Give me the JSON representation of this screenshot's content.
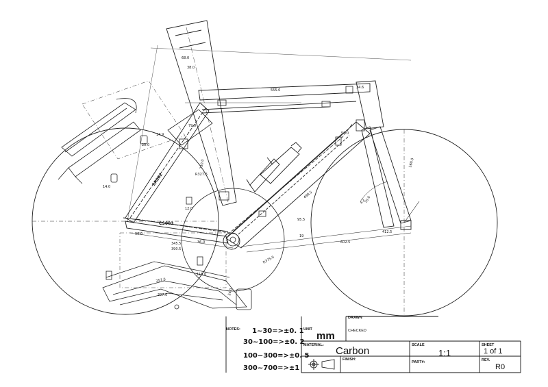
{
  "notes": {
    "heading": "NOTES:",
    "lines": [
      "1~30=>±0. 1",
      "30~100=>±0. 2",
      "100~300=>±0. 5",
      "300~700=>±1"
    ]
  },
  "title_block": {
    "unit_label": "UNIT",
    "unit_value": "mm",
    "drawn_label": "DRAWN",
    "checked_label": "CHECKED",
    "material_label": "MATERIAL:",
    "material_value": "Carbon",
    "finish_label": "FINISH:",
    "scale_label": "SCALE",
    "scale_value": "1:1",
    "part_label": "PART#:",
    "sheet_label": "SHEET",
    "sheet_value": "1 of 1",
    "rev_label": "REV.",
    "rev_value": "R0"
  },
  "drawing_labels": {
    "top_tube_length": "555.0",
    "down_tube_length": "602.5",
    "chainstay_length": "412.5",
    "seat_tube_length": "730.0",
    "bb_width": "95.5",
    "seat_cluster": "498.5",
    "part_code_1": "SR002",
    "part_code_2": "CS003",
    "dim_a": "68.0",
    "dim_b": "38.0",
    "dim_c": "14.0",
    "dim_d": "79.0",
    "dim_e": "24.6",
    "dim_f": "25.0",
    "dim_g": "19",
    "dim_h": "4.2",
    "dim_i": "345.5",
    "dim_j": "390.5",
    "dim_k": "257.0",
    "dim_l": "327.0",
    "dim_m": "R375.0",
    "dim_n": "160.0",
    "dim_o": "R327.6",
    "dim_p": "36.0",
    "dim_q": "90.0",
    "dim_r": "115.0",
    "dim_s": "12.0",
    "dim_t": "70.0",
    "dim_u": "50.0",
    "dim_v": "14.9",
    "dim_w": "34.0"
  }
}
